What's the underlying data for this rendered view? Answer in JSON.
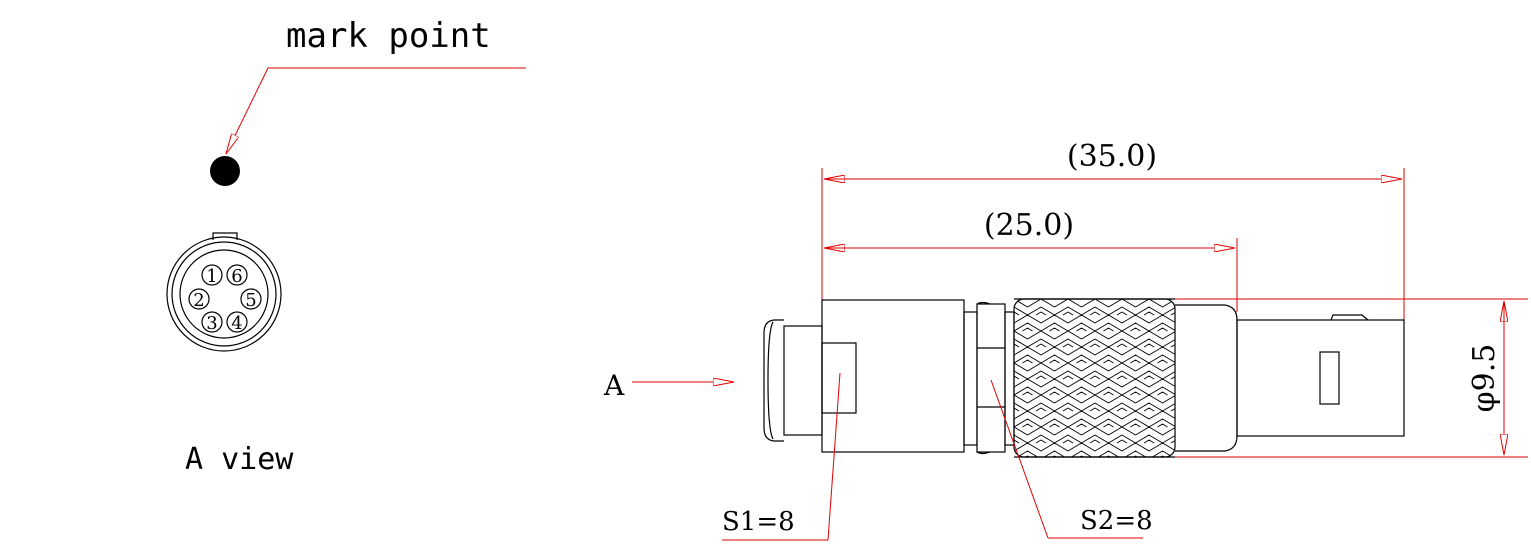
{
  "labels": {
    "mark_point": "mark point",
    "a_view": "A view",
    "a_arrow": "A",
    "s1": "S1=8",
    "s2": "S2=8"
  },
  "dimensions": {
    "overall_length": "(35.0)",
    "partial_length": "(25.0)",
    "diameter": "φ9.5"
  },
  "pins": [
    "1",
    "2",
    "3",
    "4",
    "5",
    "6"
  ],
  "colors": {
    "dimension_lines": "#e00000",
    "outline": "#000000"
  }
}
